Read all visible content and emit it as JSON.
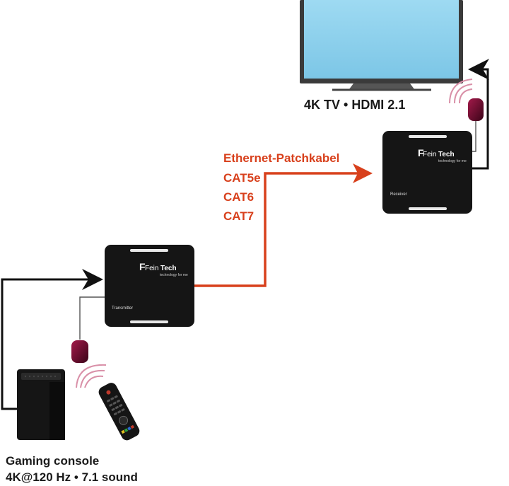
{
  "tv": {
    "caption": "4K TV • HDMI 2.1"
  },
  "cable": {
    "title": "Ethernet-Patchkabel",
    "types": [
      "CAT5e",
      "CAT6",
      "CAT7"
    ]
  },
  "transmitter": {
    "brand_main": "Fein",
    "brand_bold": "Tech",
    "tagline": "technology for me",
    "label": "Transmitter"
  },
  "receiver": {
    "brand_main": "Fein",
    "brand_bold": "Tech",
    "tagline": "technology for me",
    "label": "Receiver"
  },
  "console": {
    "line1": "Gaming console",
    "line2": "4K@120 Hz • 7.1 sound"
  },
  "colors": {
    "cable": "#d8401c",
    "device": "#151515",
    "screen": "#8fd3ee",
    "ir": "#6b0a2c"
  },
  "icons": [
    "tv-icon",
    "transmitter-icon",
    "receiver-icon",
    "gaming-console-icon",
    "remote-control-icon",
    "ir-sensor-icon",
    "ir-signal-icon",
    "arrow-icon",
    "feintech-logo-icon"
  ]
}
